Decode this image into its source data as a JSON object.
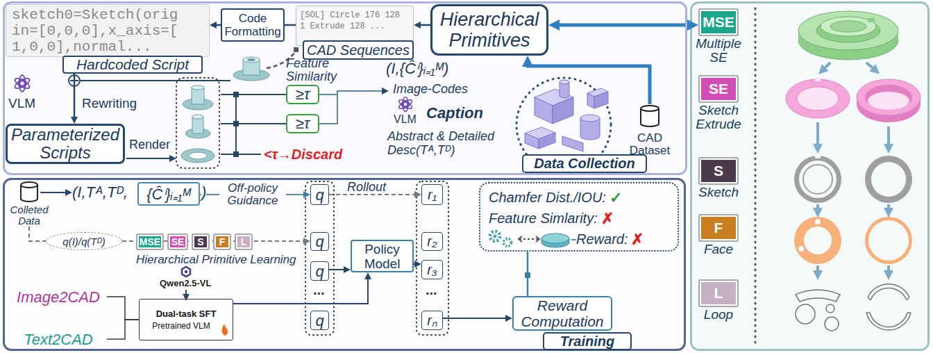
{
  "diagram": {
    "nodes": [
      {
        "text": [
          "Data Collection"
        ]
      },
      {
        "text": [
          "sketch0=Sketch(orig in=[0,0,0],x_axis=[ 1,0,0],normal..."
        ],
        "in": 0
      },
      {
        "text": [
          "Hardcoded Script"
        ],
        "in": 0
      },
      {
        "text": [
          "Code Formatting"
        ],
        "in": 0
      },
      {
        "text": [
          "[SOL] Circle 176 128 1 Extrude 128 ..."
        ],
        "in": 0
      },
      {
        "text": [
          "CAD Sequences"
        ],
        "in": 0
      },
      {
        "text": [
          "Hierarchical Primitives"
        ],
        "in": 0
      },
      {
        "text": [
          "Parameterized Scripts"
        ],
        "in": 0
      },
      {
        "text": [
          "≥τ"
        ],
        "in": 0
      },
      {
        "text": [
          "≥τ"
        ],
        "in": 0
      },
      {
        "text": [
          "CAD Dataset"
        ],
        "in": 0
      },
      {
        "text": [
          "Training"
        ]
      },
      {
        "text": [
          "Colleted Data"
        ],
        "in": 11
      },
      {
        "text": [
          "{Ĉⁱ}ᵢ₌₁ᴹ"
        ],
        "in": 11
      },
      {
        "text": [
          "q(I)/q(Tᴰ)"
        ],
        "in": 11
      },
      {
        "text": [
          "MSE"
        ],
        "in": 11
      },
      {
        "text": [
          "SE"
        ],
        "in": 11
      },
      {
        "text": [
          "S"
        ],
        "in": 11
      },
      {
        "text": [
          "F"
        ],
        "in": 11
      },
      {
        "text": [
          "L"
        ],
        "in": 11
      },
      {
        "text": [
          "Image2CAD"
        ],
        "in": 11
      },
      {
        "text": [
          "Text2CAD"
        ],
        "in": 11
      },
      {
        "text": [
          "Dual-task SFT",
          "Pretrained VLM"
        ],
        "in": 11
      },
      {
        "text": [
          "q"
        ],
        "in": 11
      },
      {
        "text": [
          "q"
        ],
        "in": 11
      },
      {
        "text": [
          "q"
        ],
        "in": 11
      },
      {
        "text": [
          "q"
        ],
        "in": 11
      },
      {
        "text": [
          "Policy Model"
        ],
        "in": 11
      },
      {
        "text": [
          "r₁"
        ],
        "in": 11
      },
      {
        "text": [
          "r₂"
        ],
        "in": 11
      },
      {
        "text": [
          "r₃"
        ],
        "in": 11
      },
      {
        "text": [
          "rₙ"
        ],
        "in": 11
      },
      {
        "text": [
          "Chamfer Dist./IOU:",
          "✓",
          "Feature Simlarity:",
          "✗",
          "Reward:",
          "✗"
        ],
        "in": 11
      },
      {
        "text": [
          "Reward Computation"
        ],
        "in": 11
      },
      {
        "text": [
          "MSE",
          "Multiple SE"
        ]
      },
      {
        "text": [
          "SE",
          "Sketch Extrude"
        ]
      },
      {
        "text": [
          "S",
          "Sketch"
        ]
      },
      {
        "text": [
          "F",
          "Face"
        ]
      },
      {
        "text": [
          "L",
          "Loop"
        ]
      }
    ],
    "edges": [
      {
        "from": 6,
        "to": 4,
        "arrow": "to"
      },
      {
        "from": 4,
        "to": 3,
        "arrow": "none"
      },
      {
        "from": 3,
        "to": 1,
        "arrow": "to"
      },
      {
        "from": 2,
        "to": 7,
        "arrow": "to"
      },
      {
        "from": 10,
        "to": 6,
        "arrow": "to"
      },
      {
        "from": 6,
        "to": 34,
        "arrow": "both"
      },
      {
        "from": 12,
        "to": 14,
        "arrow": "none"
      },
      {
        "from": 14,
        "to": 24,
        "arrow": "to"
      },
      {
        "from": 20,
        "to": 22,
        "arrow": "none"
      },
      {
        "from": 21,
        "to": 22,
        "arrow": "none"
      },
      {
        "from": 22,
        "to": 27,
        "arrow": "to"
      },
      {
        "from": 25,
        "to": 27,
        "arrow": "to"
      },
      {
        "from": 23,
        "to": 28,
        "label": "Rollout",
        "arrow": "to"
      },
      {
        "from": 27,
        "to": 30,
        "arrow": "to"
      },
      {
        "from": 31,
        "to": 33,
        "arrow": "to"
      },
      {
        "from": 33,
        "to": 32,
        "arrow": "none"
      },
      {
        "from": 13,
        "to": 23,
        "label": "Off-policy Guidance",
        "arrow": "to"
      }
    ],
    "labels": [
      "VLM",
      "Rewriting",
      "Render",
      "Feature Similarity",
      "<τ→Discard",
      "(I,{Ĉⁱ}ᵢ₌₁ᴹ)",
      "Image-Codes",
      "VLM",
      "Caption",
      "Abstract & Detailed Desc(Tᴬ,Tᴰ)",
      "(I,Tᴬ,Tᴰ,",
      ")",
      "Hierarchical Primitive Learning",
      "Qwen2.5-VL",
      "...",
      "..."
    ]
  }
}
